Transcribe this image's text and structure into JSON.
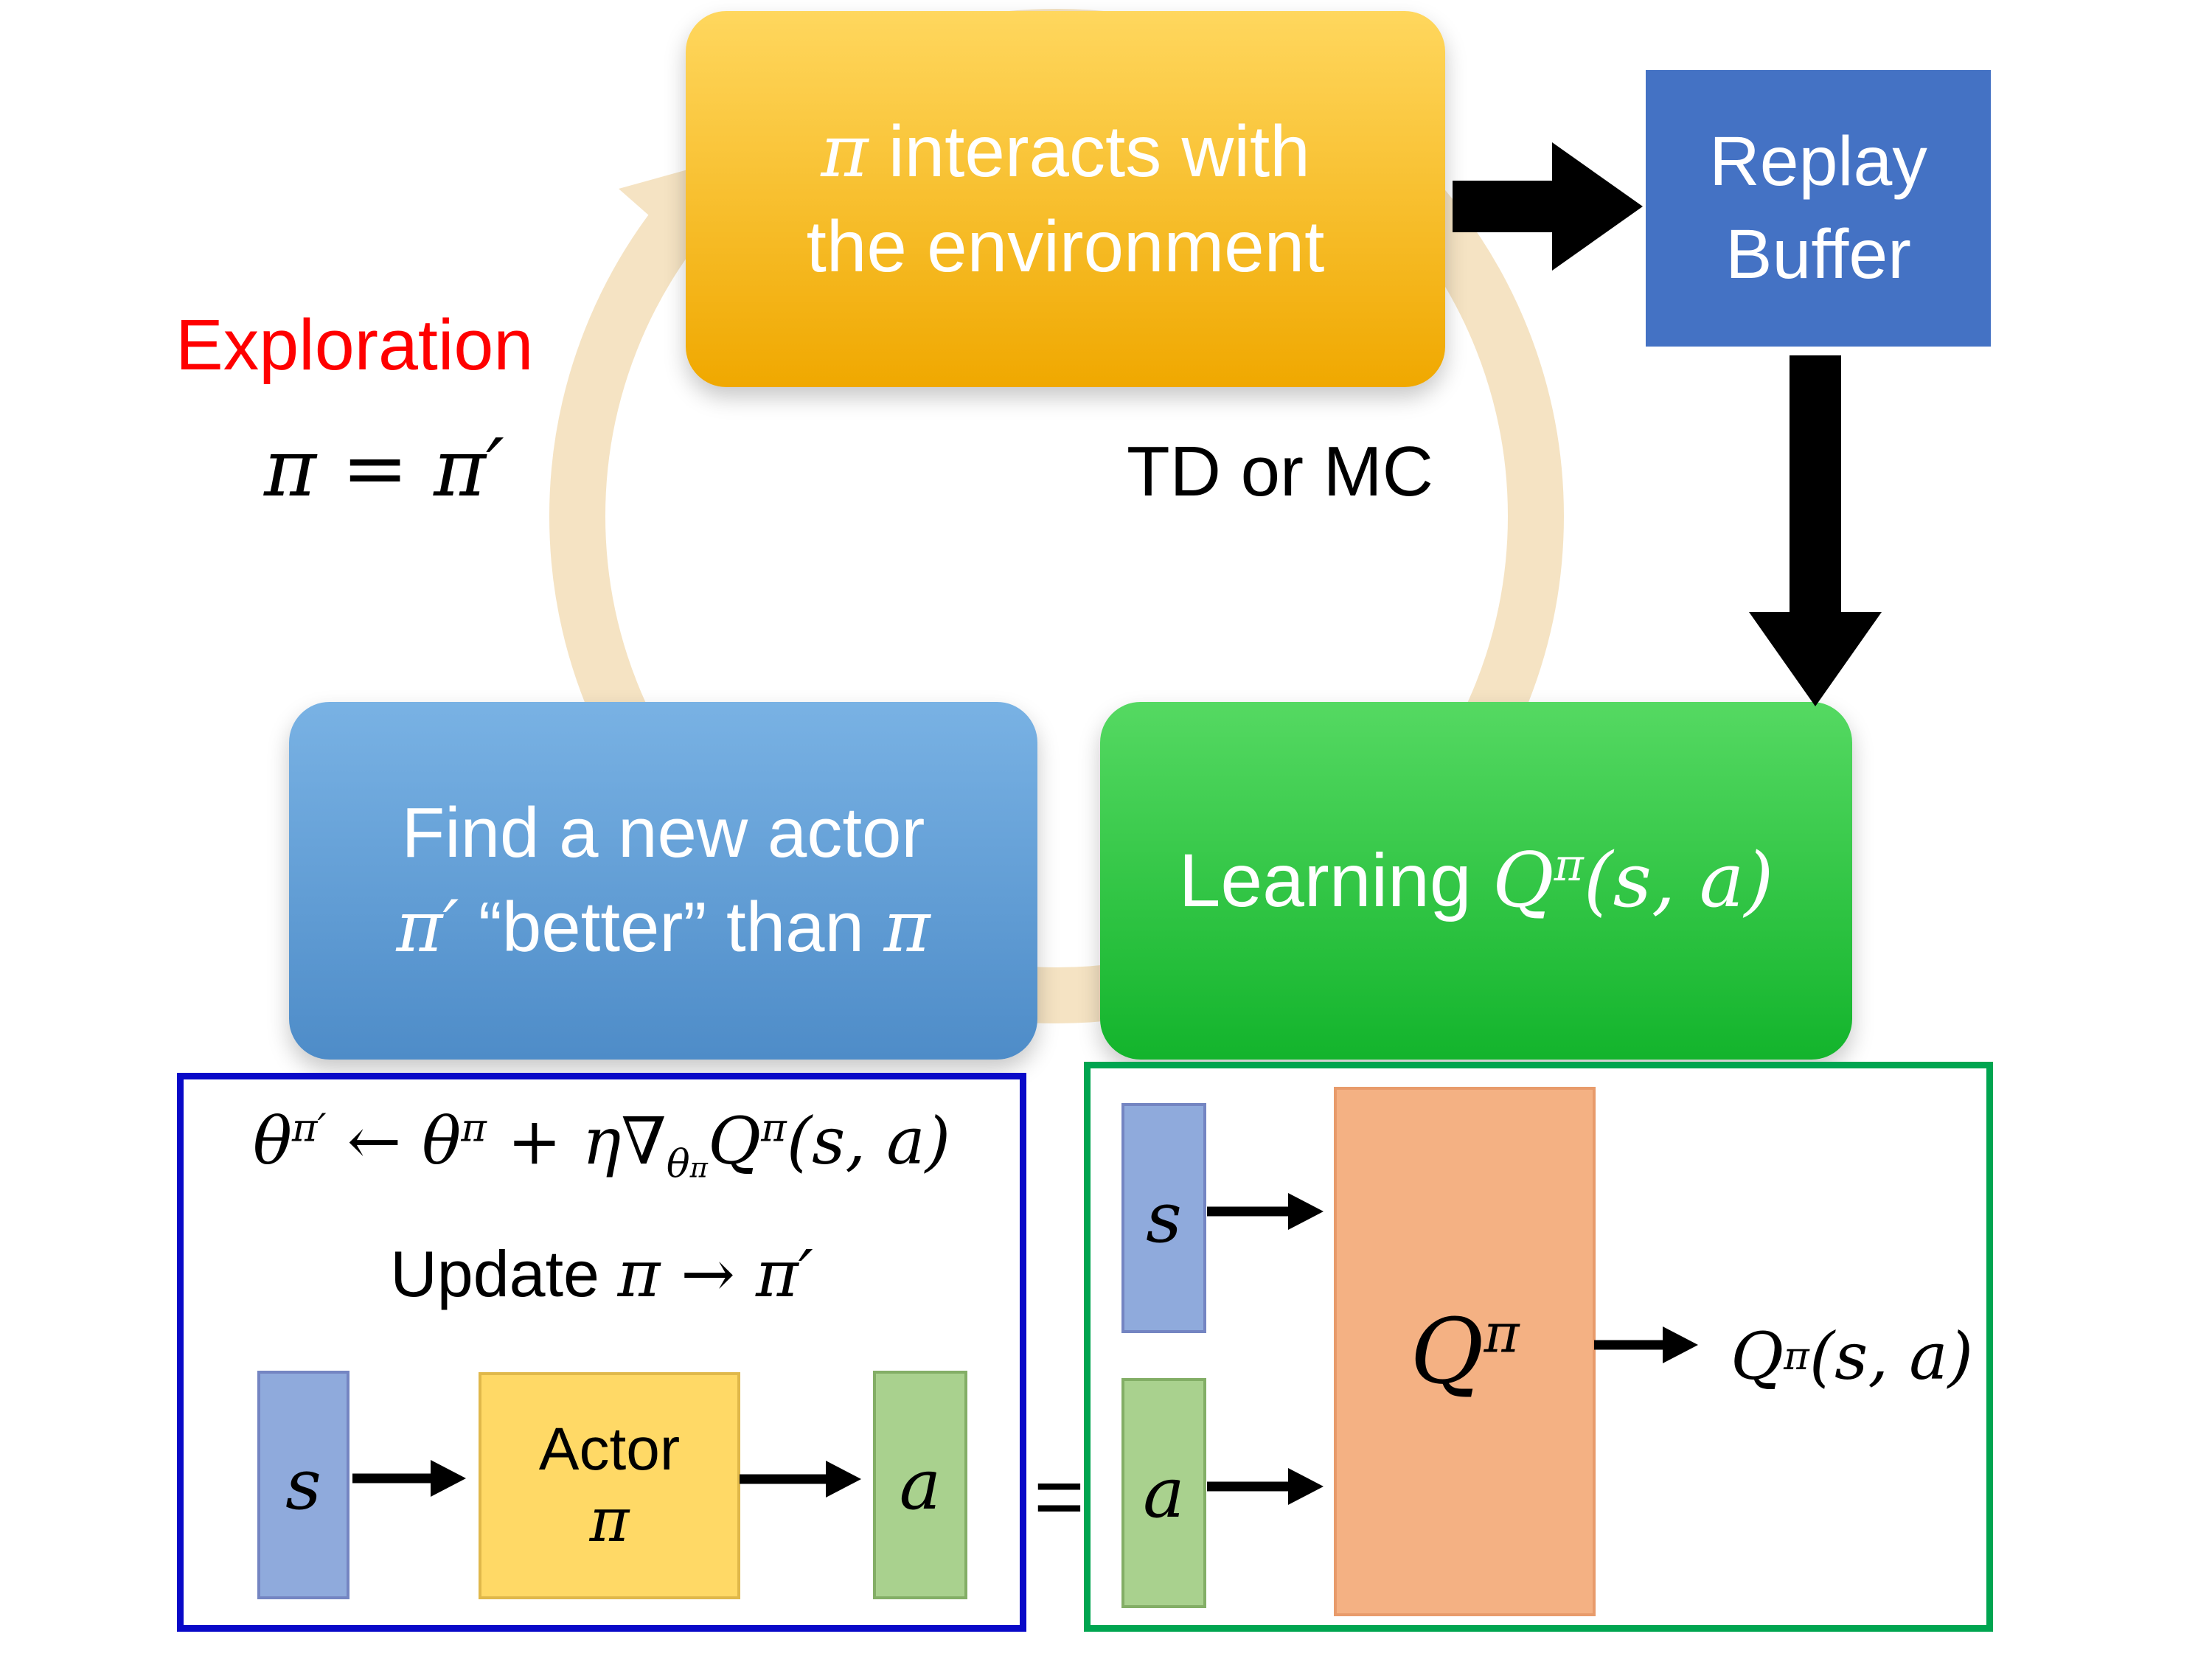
{
  "diagram": {
    "top_box": {
      "line1": [
        {
          "t": "π",
          "c": "mi"
        },
        {
          "t": " interacts with",
          "c": "n"
        }
      ],
      "line2": "the environment"
    },
    "replay_buffer": {
      "line1": "Replay",
      "line2": "Buffer"
    },
    "learning_box": {
      "label": [
        {
          "t": "Learning ",
          "c": "n"
        },
        {
          "t": "Q",
          "c": "mi"
        },
        {
          "t": "π",
          "c": "mi sup"
        },
        {
          "t": "(s, a)",
          "c": "mi"
        }
      ]
    },
    "actor_box": {
      "line1": "Find a new actor",
      "line2": [
        {
          "t": "π′",
          "c": "mi"
        },
        {
          "t": " “better” than ",
          "c": "n"
        },
        {
          "t": "π",
          "c": "mi"
        }
      ]
    },
    "exploration": "Exploration",
    "pi_equation": [
      {
        "t": "π",
        "c": "mi"
      },
      {
        "t": " = ",
        "c": "mu"
      },
      {
        "t": "π′",
        "c": "mi"
      }
    ],
    "td_or_mc": "TD or MC",
    "equals": "="
  },
  "actor_panel": {
    "formula": [
      {
        "t": "θ",
        "c": "mi"
      },
      {
        "t": "π′",
        "c": "mi sup"
      },
      {
        "t": " ← ",
        "c": "mu"
      },
      {
        "t": "θ",
        "c": "mi"
      },
      {
        "t": "π",
        "c": "mi sup"
      },
      {
        "t": " + ",
        "c": "mu"
      },
      {
        "t": "η",
        "c": "mi"
      },
      {
        "t": "∇",
        "c": "mu"
      },
      {
        "t": "θ",
        "c": "mi sub"
      },
      {
        "t": "π",
        "c": "mi subsup"
      },
      {
        "t": "Q",
        "c": "mi"
      },
      {
        "t": "π",
        "c": "mi sup"
      },
      {
        "t": "(s, a)",
        "c": "mi"
      }
    ],
    "update_label": [
      {
        "t": "Update ",
        "c": "n"
      },
      {
        "t": "π → π′",
        "c": "mi"
      }
    ],
    "s_label": "s",
    "actor_label_line1": "Actor",
    "actor_label_line2": "π",
    "a_label": "a"
  },
  "critic_panel": {
    "s_label": "s",
    "a_label": "a",
    "q_label": [
      {
        "t": "Q",
        "c": "mi"
      },
      {
        "t": "π",
        "c": "mi sup"
      }
    ],
    "output_label": [
      {
        "t": "Q",
        "c": "mi"
      },
      {
        "t": "π",
        "c": "mi sup"
      },
      {
        "t": "(s, a)",
        "c": "mi"
      }
    ]
  },
  "colors": {
    "top_box_gold": "#F5B100",
    "replay_buffer_blue": "#4472C4",
    "learning_green": "#22C13E",
    "actor_blue": "#5B9BD5",
    "exploration_red": "#FF0000",
    "cycle_ring_tan": "#F5E3C3",
    "panel_border_blue": "#0909C8",
    "panel_border_green": "#00A550",
    "state_fill": "#8FAADC",
    "action_fill": "#A9D18E",
    "actor_fill": "#FFD966",
    "q_fill": "#F4B183",
    "arrow_black": "#000000"
  }
}
